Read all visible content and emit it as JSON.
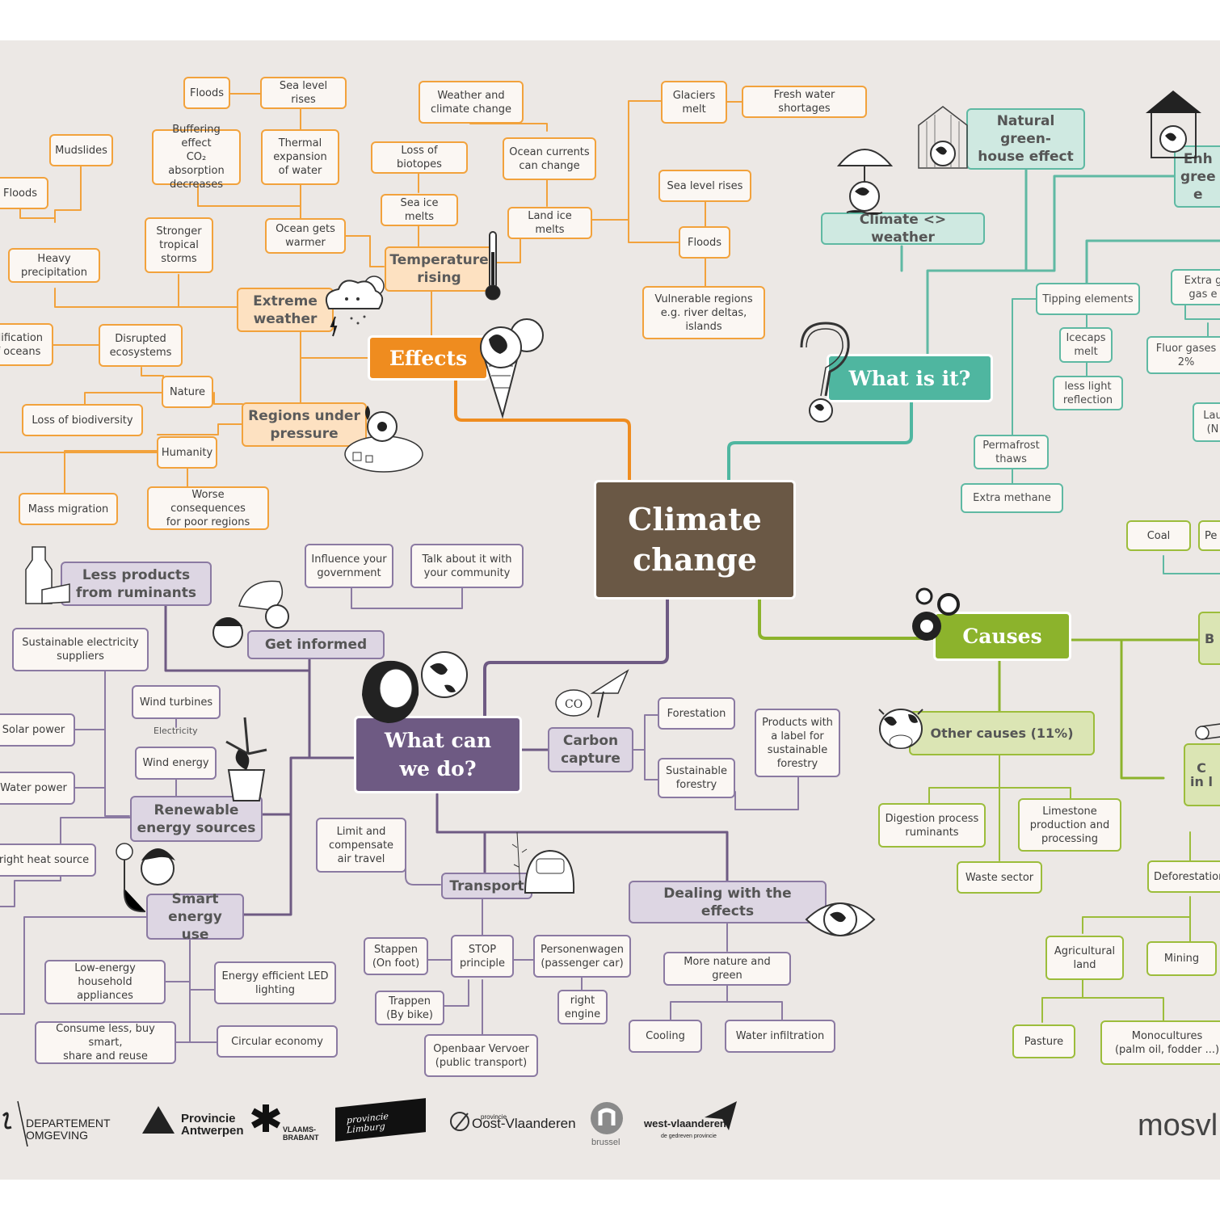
{
  "colors": {
    "effects": "#ef8c1f",
    "what_is_it": "#4fb6a0",
    "causes": "#8cb32c",
    "what_can_we_do": "#6e5a83",
    "center": "#6a5845"
  },
  "center": "Climate\nchange",
  "effects": {
    "title": "Effects",
    "temperature": "Temperature\nrising",
    "extreme": "Extreme\nweather",
    "regions": "Regions under\npressure",
    "sea_level_1": "Sea level rises",
    "floods_1": "Floods",
    "thermal": "Thermal\nexpansion\nof water",
    "buffering": "Buffering effect\nCO₂ absorption\ndecreases",
    "ocean_warmer": "Ocean gets\nwarmer",
    "weather_climate": "Weather and\nclimate change",
    "ocean_currents": "Ocean currents\ncan change",
    "loss_biotopes": "Loss of biotopes",
    "sea_ice": "Sea ice melts",
    "land_ice": "Land ice melts",
    "glaciers": "Glaciers\nmelt",
    "fresh_water": "Fresh water shortages",
    "sea_level_2": "Sea level rises",
    "floods_2": "Floods",
    "vulnerable": "Vulnerable regions\ne.g. river deltas,\nislands",
    "mudslides": "Mudslides",
    "floods_3": "Floods",
    "heavy": "Heavy\nprecipitation",
    "storms": "Stronger\ntropical\nstorms",
    "acid": "dification\nf oceans",
    "disrupted": "Disrupted\necosystems",
    "nature": "Nature",
    "biodiversity": "Loss of biodiversity",
    "humanity": "Humanity",
    "migration": "Mass migration",
    "poor": "Worse consequences\nfor poor regions"
  },
  "what_is_it": {
    "title": "What is it?",
    "climate_weather": "Climate <> weather",
    "natural": "Natural green-\nhouse effect",
    "enhanced": "Enh\ngree\ne",
    "tipping": "Tipping elements",
    "icecaps": "Icecaps\nmelt",
    "less_light": "less light\nreflection",
    "permafrost": "Permafrost\nthaws",
    "methane": "Extra methane",
    "extra_gas": "Extra g\ngas e",
    "fluor": "Fluor gases\n2%",
    "laug": "Lau\n(N"
  },
  "causes": {
    "title": "Causes",
    "other": "Other causes (11%)",
    "digestion": "Digestion process\nruminants",
    "limestone": "Limestone\nproduction and\nprocessing",
    "waste": "Waste sector",
    "coal": "Coal",
    "pe": "Pe",
    "b": "B",
    "c": "C\nin l",
    "deforestation": "Deforestation",
    "agri": "Agricultural\nland",
    "mining": "Mining",
    "pasture": "Pasture",
    "mono": "Monocultures\n(palm oil, fodder ...)"
  },
  "todo": {
    "title": "What can\nwe do?",
    "ruminants": "Less products\nfrom ruminants",
    "informed": "Get informed",
    "influence": "Influence your\ngovernment",
    "talk": "Talk about it with\nyour community",
    "carbon": "Carbon\ncapture",
    "forestation": "Forestation",
    "sustainable_forestry": "Sustainable\nforestry",
    "label": "Products with\na label for\nsustainable\nforestry",
    "elec_supp": "Sustainable electricity\nsuppliers",
    "wind_turbines": "Wind turbines",
    "electricity": "Electricity",
    "wind_energy": "Wind energy",
    "solar": "Solar power",
    "water": "Water power",
    "renewable": "Renewable\nenergy sources",
    "heat": "right heat source",
    "smart": "Smart\nenergy use",
    "low_energy": "Low-energy\nhousehold appliances",
    "led": "Energy efficient LED\nlighting",
    "consume": "Consume less, buy smart,\nshare and reuse",
    "circular": "Circular economy",
    "air": "Limit and\ncompensate\nair travel",
    "transport": "Transport",
    "stop": "STOP\nprinciple",
    "stappen": "Stappen\n(On foot)",
    "trappen": "Trappen\n(By bike)",
    "personen": "Personenwagen\n(passenger car)",
    "engine": "right\nengine",
    "ov": "Openbaar Vervoer\n(public transport)",
    "dealing": "Dealing with the effects",
    "nature_green": "More nature and green",
    "cooling": "Cooling",
    "infiltration": "Water infiltration"
  },
  "logos": {
    "dep": "DEPARTEMENT\nOMGEVING",
    "antwerpen": "Provincie\nAntwerpen",
    "vb": "VLAAMS-\nBRABANT",
    "limburg": "provincie\nLimburg",
    "ov_small": "provincie",
    "ov": "Oost-Vlaanderen",
    "brussel": "brussel",
    "wv": "west-vlaanderen",
    "wv_sub": "de gedreven provincie",
    "mos": "mosvl"
  }
}
